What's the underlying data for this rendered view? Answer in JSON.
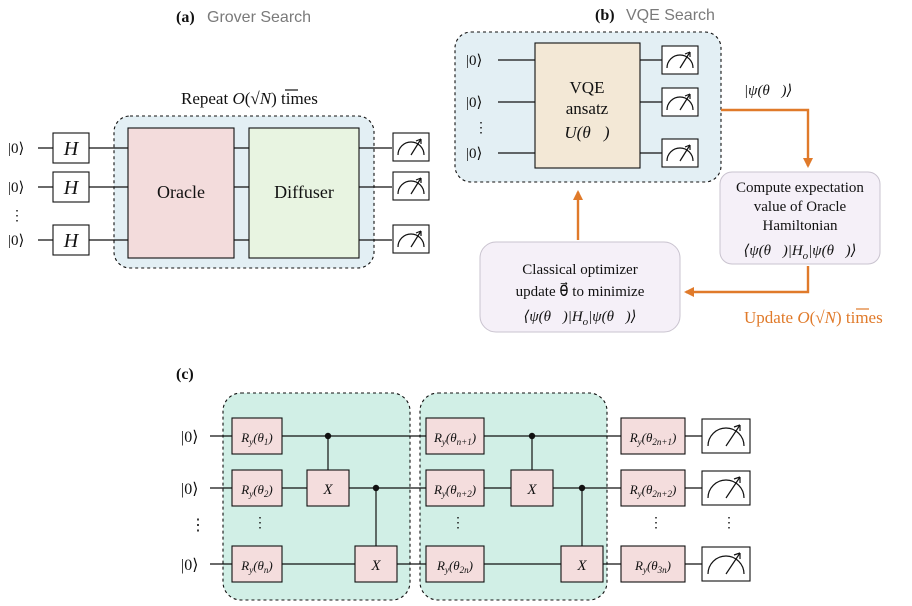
{
  "panel_a": {
    "label": "(a)",
    "title": "Grover Search",
    "repeat_text": "Repeat O(√N) times",
    "repeat_prefix": "Repeat ",
    "repeat_O": "O",
    "repeat_N": "N",
    "repeat_suffix": " times",
    "ket": "|0⟩",
    "h_gate": "H",
    "oracle": "Oracle",
    "diffuser": "Diffuser",
    "vdots": "⋮"
  },
  "panel_b": {
    "label": "(b)",
    "title": "VQE Search",
    "ket": "|0⟩",
    "vdots": "⋮",
    "ansatz_line1": "VQE",
    "ansatz_line2": "ansatz",
    "ansatz_line3": "U(θ⃗)",
    "state_label": "|ψ(θ⃗)⟩",
    "compute_line1": "Compute expectation",
    "compute_line2": "value of Oracle",
    "compute_line3": "Hamiltonian",
    "compute_line4": "⟨ψ(θ⃗)|H",
    "compute_line4_sub": "o",
    "compute_line4_end": "|ψ(θ⃗)⟩",
    "optimizer_line1": "Classical optimizer",
    "optimizer_line2": "update θ⃗ to minimize",
    "optimizer_line3": "⟨ψ(θ⃗)|H",
    "optimizer_line3_sub": "o",
    "optimizer_line3_end": "|ψ(θ⃗)⟩",
    "update_text": "Update O(√N) times",
    "update_prefix": "Update ",
    "update_O": "O",
    "update_N": "N",
    "update_suffix": " times"
  },
  "panel_c": {
    "label": "(c)",
    "ket": "|0⟩",
    "vdots": "⋮",
    "x_gate": "X",
    "block1_gates": [
      {
        "base": "R",
        "sub1": "y",
        "arg": "(θ",
        "sub2": "1",
        "close": ")"
      },
      {
        "base": "R",
        "sub1": "y",
        "arg": "(θ",
        "sub2": "2",
        "close": ")"
      },
      {
        "base": "R",
        "sub1": "y",
        "arg": "(θ",
        "sub2": "n",
        "close": ")"
      }
    ],
    "block2_gates": [
      {
        "base": "R",
        "sub1": "y",
        "arg": "(θ",
        "sub2": "n+1",
        "close": ")"
      },
      {
        "base": "R",
        "sub1": "y",
        "arg": "(θ",
        "sub2": "n+2",
        "close": ")"
      },
      {
        "base": "R",
        "sub1": "y",
        "arg": "(θ",
        "sub2": "2n",
        "close": ")"
      }
    ],
    "final_gates": [
      {
        "base": "R",
        "sub1": "y",
        "arg": "(θ",
        "sub2": "2n+1",
        "close": ")"
      },
      {
        "base": "R",
        "sub1": "y",
        "arg": "(θ",
        "sub2": "2n+2",
        "close": ")"
      },
      {
        "base": "R",
        "sub1": "y",
        "arg": "(θ",
        "sub2": "3n",
        "close": ")"
      }
    ]
  },
  "colors": {
    "blue_bg": "#e3eff4",
    "oracle_fill": "#f3dcdc",
    "diffuser_fill": "#e8f4e1",
    "ansatz_fill": "#f3e8d6",
    "box_fill": "#f5f0f8",
    "teal_bg": "#d1efe6",
    "gate_pink": "#f4dddd",
    "orange": "#e07a2a",
    "title_gray": "#7a7a7a"
  }
}
